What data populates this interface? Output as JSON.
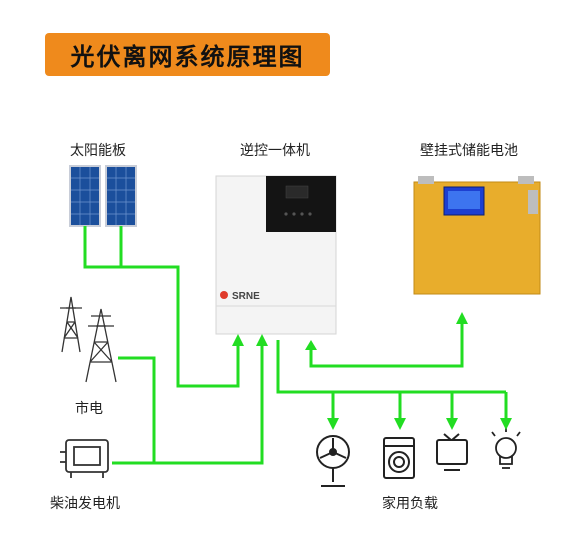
{
  "title": "光伏离网系统原理图",
  "labels": {
    "solar_panel": "太阳能板",
    "inverter": "逆控一体机",
    "battery": "壁挂式储能电池",
    "grid": "市电",
    "generator": "柴油发电机",
    "household_load": "家用负载"
  },
  "inverter_brand": "SRNE",
  "colors": {
    "banner": "#ef8a1c",
    "wire": "#22dd22",
    "battery_body": "#e8ad2c",
    "inverter_body": "#f4f4f4"
  }
}
